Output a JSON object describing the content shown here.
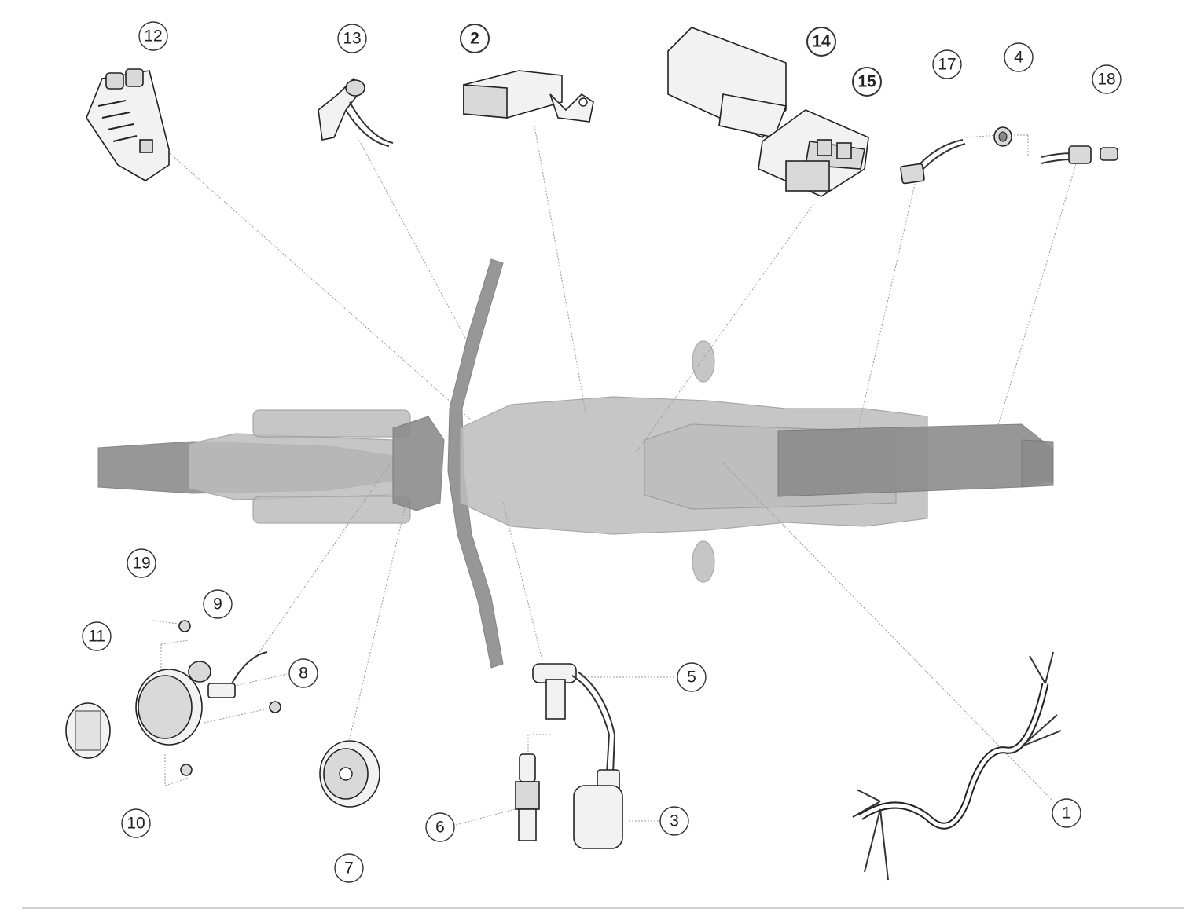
{
  "callouts": [
    {
      "label": "1"
    },
    {
      "label": "2"
    },
    {
      "label": "3"
    },
    {
      "label": "4"
    },
    {
      "label": "5"
    },
    {
      "label": "6"
    },
    {
      "label": "7"
    },
    {
      "label": "8"
    },
    {
      "label": "9"
    },
    {
      "label": "10"
    },
    {
      "label": "11"
    },
    {
      "label": "12"
    },
    {
      "label": "13"
    },
    {
      "label": "14"
    },
    {
      "label": "15"
    },
    {
      "label": "17"
    },
    {
      "label": "18"
    },
    {
      "label": "19"
    }
  ]
}
